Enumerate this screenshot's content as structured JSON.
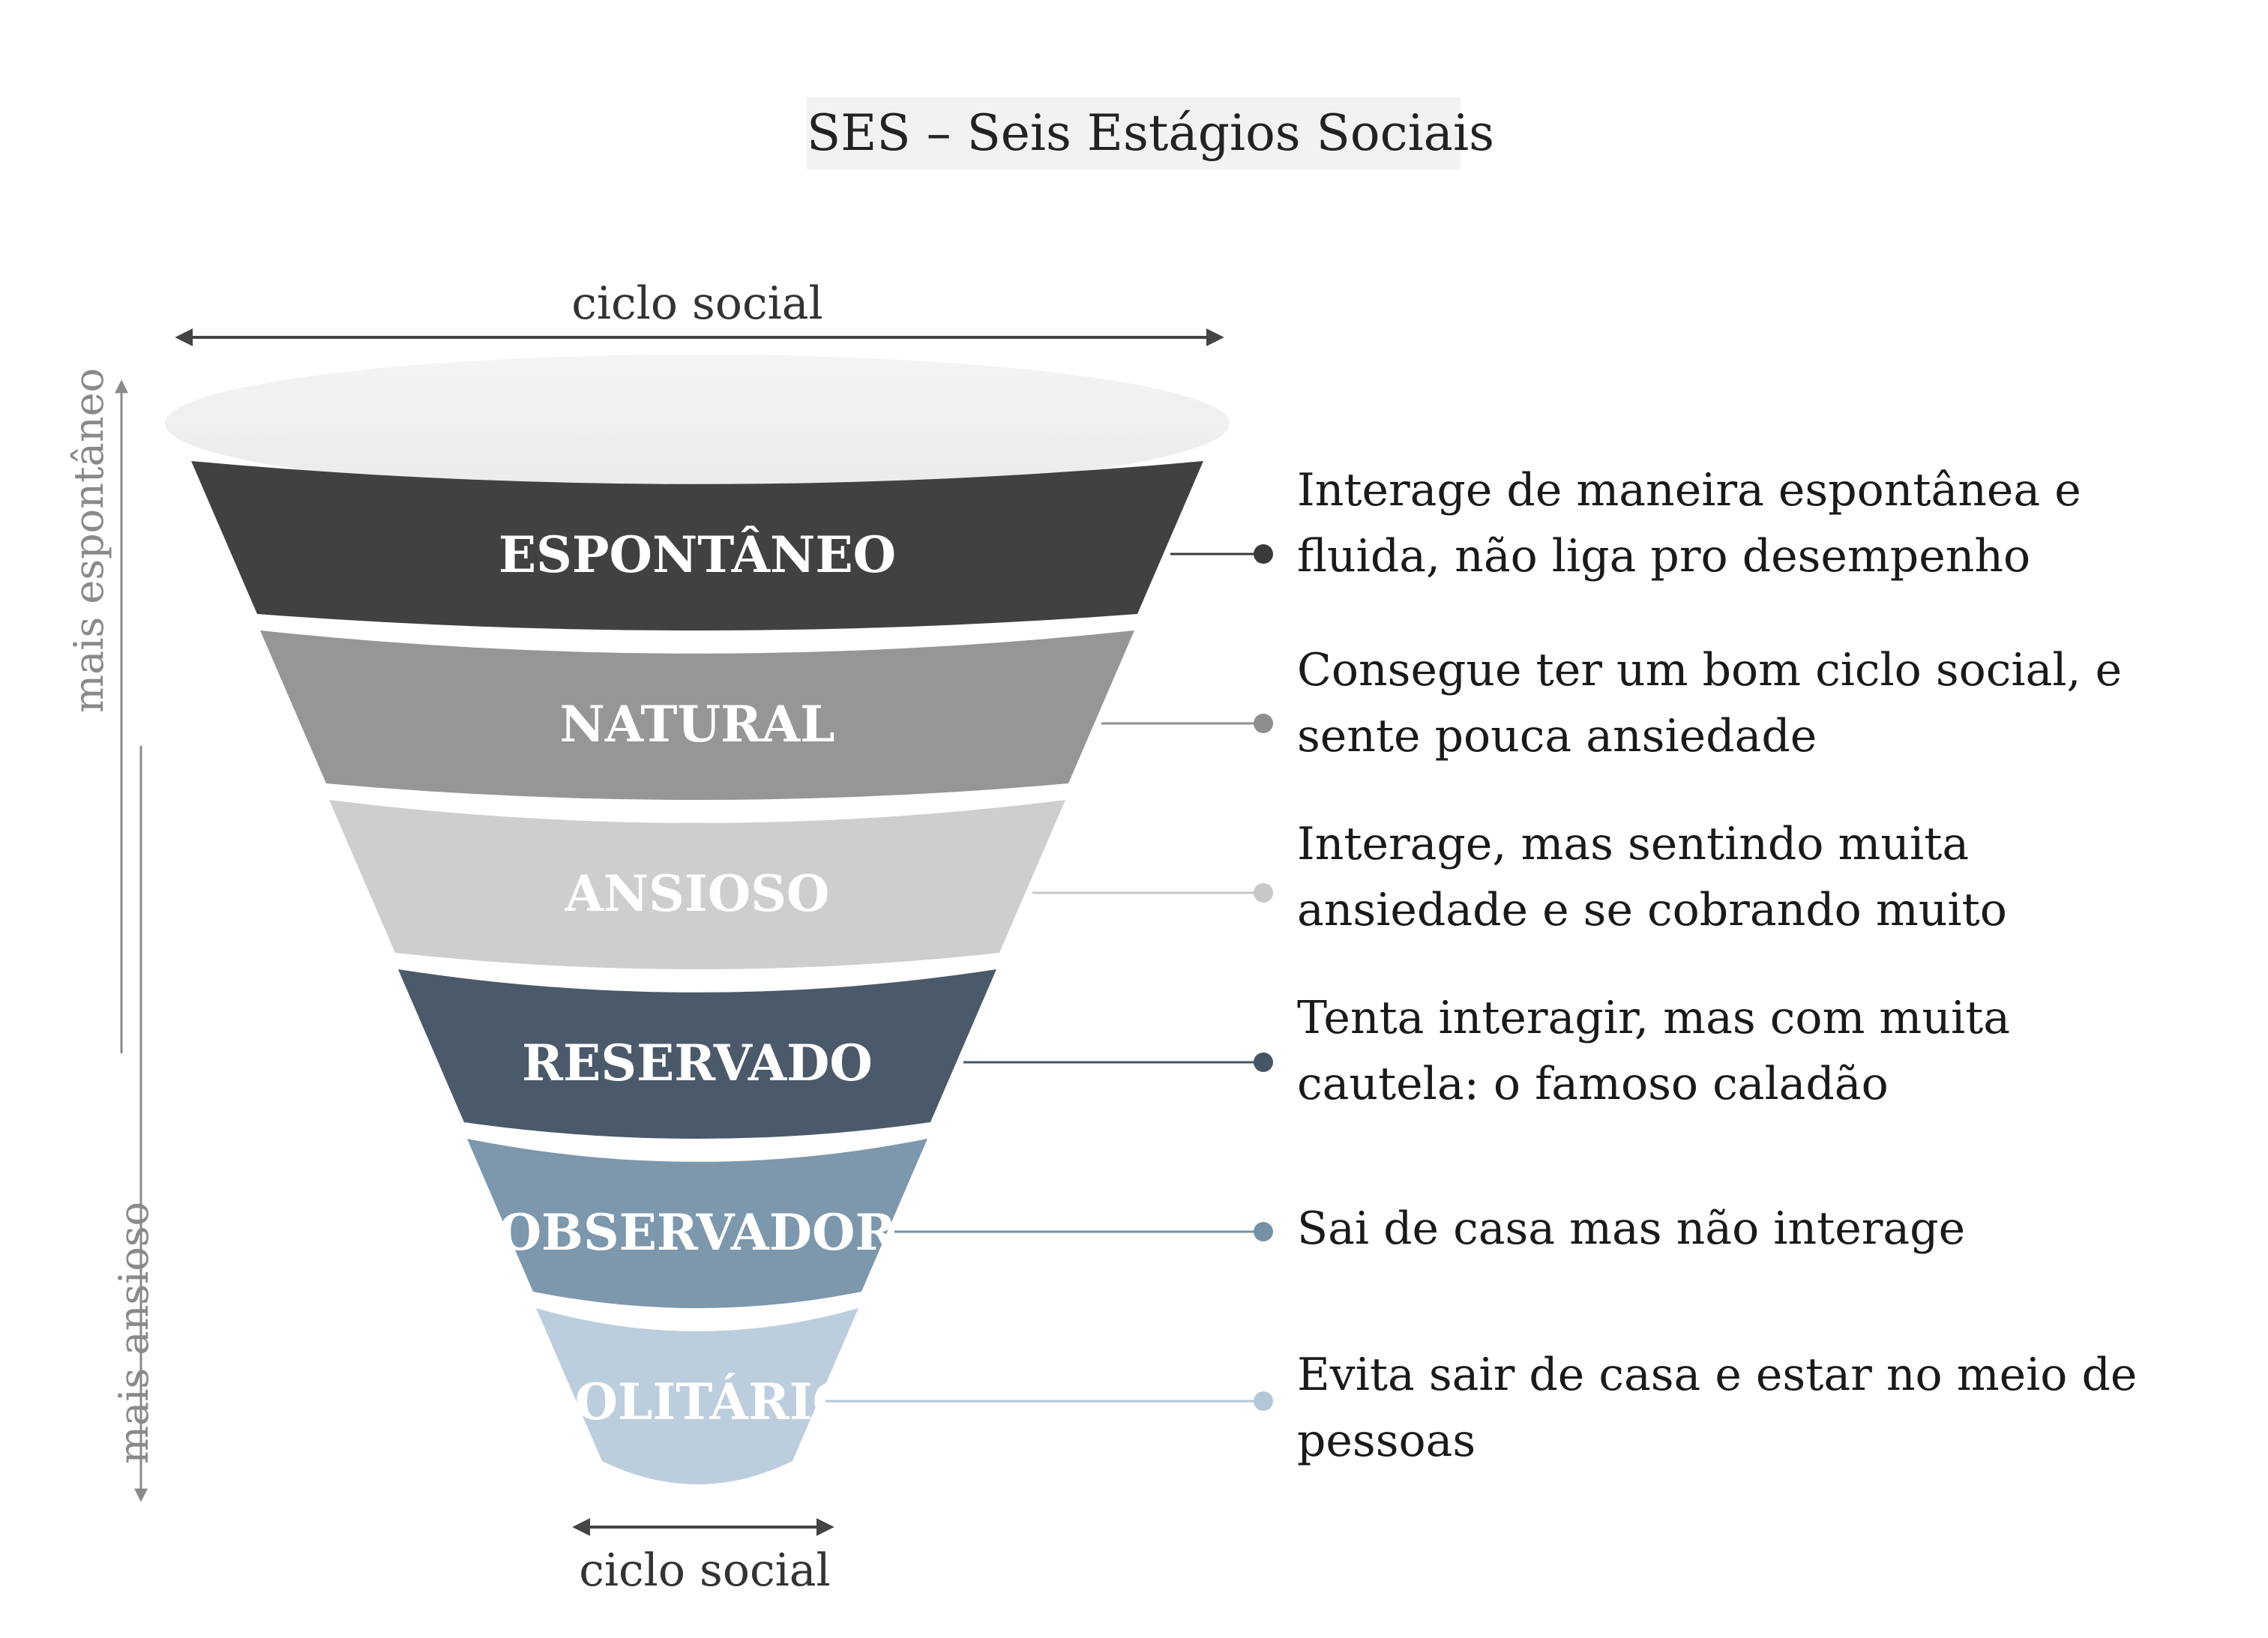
{
  "title": "SES – Seis Estágios Sociais",
  "top_arrow_label": "ciclo social",
  "bottom_arrow_label": "ciclo social",
  "left_axis": {
    "up_label": "mais espontâneo",
    "down_label": "mais ansioso"
  },
  "stages": [
    {
      "name": "ESPONTÂNEO",
      "description": [
        "Interage de maneira espontânea e",
        "fluida, não liga pro desempenho"
      ],
      "color": "#414042",
      "dot_color": "#3a3a3c",
      "text_color": "#ffffff"
    },
    {
      "name": "NATURAL",
      "description": [
        "Consegue ter um bom ciclo social, e",
        "sente pouca ansiedade"
      ],
      "color": "#969597",
      "dot_color": "#8e8d8f",
      "text_color": "#ffffff"
    },
    {
      "name": "ANSIOSO",
      "description": [
        "Interage, mas sentindo muita",
        "ansiedade e se cobrando muito"
      ],
      "color": "#cfcecf",
      "dot_color": "#c9c8c9",
      "text_color": "#ffffff"
    },
    {
      "name": "RESERVADO",
      "description": [
        "Tenta interagir, mas com muita",
        "cautela: o famoso caladão"
      ],
      "color": "#4b5a6a",
      "dot_color": "#465566",
      "text_color": "#ffffff"
    },
    {
      "name": "OBSERVADOR",
      "description": [
        "Sai de casa mas não interage"
      ],
      "color": "#7d97ad",
      "dot_color": "#7690a6",
      "text_color": "#ffffff"
    },
    {
      "name": "SOLITÁRIO",
      "description": [
        "Evita sair de casa e estar no meio de",
        "pessoas"
      ],
      "color": "#bccede",
      "dot_color": "#b4c7d8",
      "text_color": "#ffffff"
    }
  ]
}
